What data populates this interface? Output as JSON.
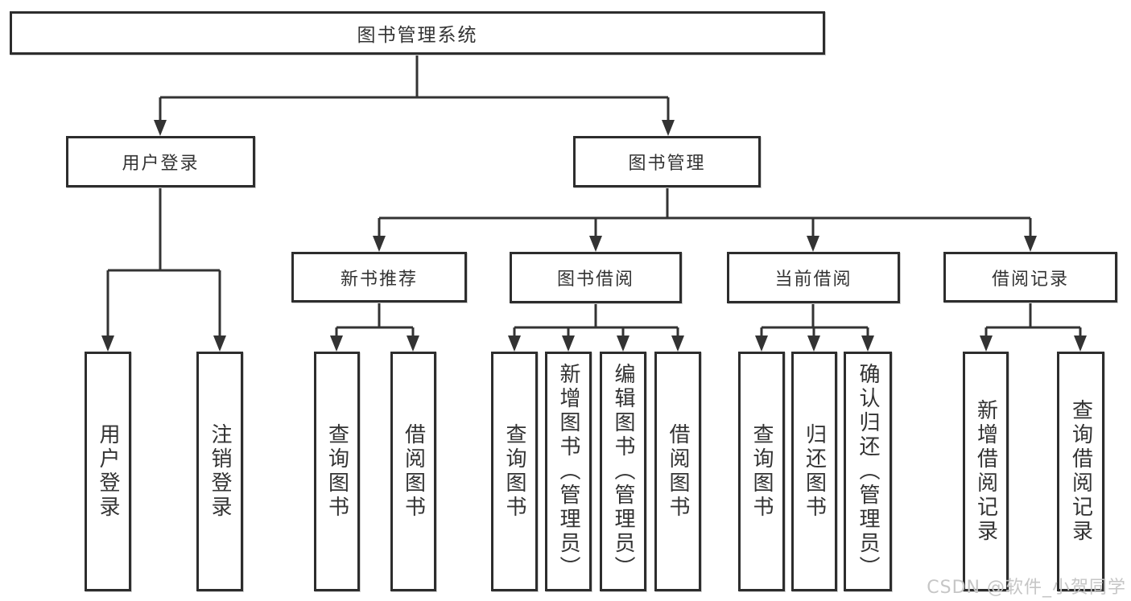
{
  "diagram": {
    "root": {
      "label": "图书管理系统"
    },
    "level2": [
      {
        "label": "用户登录"
      },
      {
        "label": "图书管理"
      }
    ],
    "level3": [
      {
        "label": "新书推荐"
      },
      {
        "label": "图书借阅"
      },
      {
        "label": "当前借阅"
      },
      {
        "label": "借阅记录"
      }
    ],
    "leaves": [
      {
        "label": "用户登录"
      },
      {
        "label": "注销登录"
      },
      {
        "label": "查询图书"
      },
      {
        "label": "借阅图书"
      },
      {
        "label": "查询图书"
      },
      {
        "label": "新增图书（管理员）"
      },
      {
        "label": "编辑图书（管理员）"
      },
      {
        "label": "借阅图书"
      },
      {
        "label": "查询图书"
      },
      {
        "label": "归还图书"
      },
      {
        "label": "确认归还（管理员）"
      },
      {
        "label": "新增借阅记录"
      },
      {
        "label": "查询借阅记录"
      }
    ]
  },
  "watermark": {
    "text": "CSDN @软件_小贺同学"
  },
  "colors": {
    "line": "#333333",
    "border": "#2d2d2d",
    "text": "#333333",
    "watermark": "#c6c6c6",
    "background": "#ffffff"
  }
}
